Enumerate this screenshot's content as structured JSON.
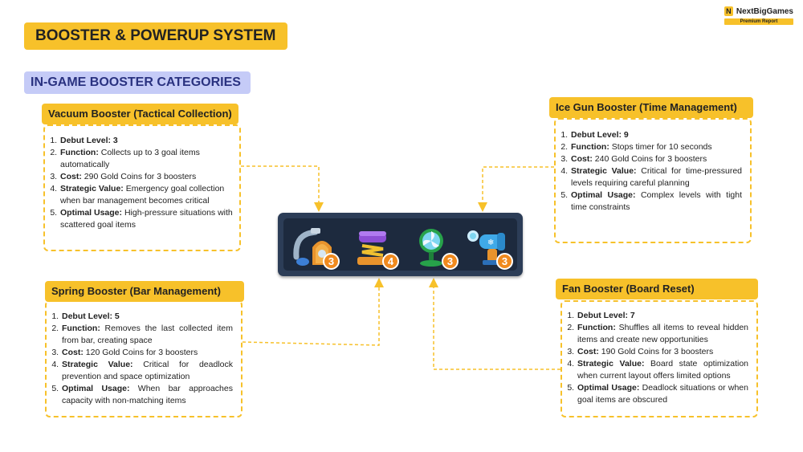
{
  "header": {
    "title": "BOOSTER & POWERUP SYSTEM",
    "subtitle": "IN-GAME BOOSTER CATEGORIES"
  },
  "logo": {
    "brand": "NextBigGames",
    "tag": "Premium Report",
    "mark": "N"
  },
  "colors": {
    "accent": "#F7C12A",
    "subtitle_bg": "#C5CBF7",
    "tray": "#2C3D57",
    "badge": "#F08A1E"
  },
  "boosters": [
    {
      "title": "Vacuum Booster (Tactical Collection)",
      "icon": "vacuum-icon",
      "count": "3",
      "items": [
        {
          "label": "Debut Level: 3",
          "text": ""
        },
        {
          "label": "Function:",
          "text": " Collects up to 3 goal items automatically"
        },
        {
          "label": "Cost:",
          "text": " 290 Gold Coins for 3 boosters"
        },
        {
          "label": "Strategic Value:",
          "text": " Emergency goal collection when bar management becomes critical"
        },
        {
          "label": "Optimal Usage:",
          "text": " High-pressure situations with scattered goal items"
        }
      ]
    },
    {
      "title": "Spring Booster (Bar Management)",
      "icon": "spring-icon",
      "count": "4",
      "items": [
        {
          "label": "Debut Level: 5",
          "text": ""
        },
        {
          "label": "Function:",
          "text": " Removes the last collected item from bar, creating space"
        },
        {
          "label": "Cost:",
          "text": " 120 Gold Coins for 3 boosters"
        },
        {
          "label": "Strategic Value:",
          "text": " Critical for deadlock prevention and space optimization"
        },
        {
          "label": "Optimal Usage:",
          "text": " When bar approaches capacity with non-matching items"
        }
      ]
    },
    {
      "title": "Fan Booster (Board Reset)",
      "icon": "fan-icon",
      "count": "3",
      "items": [
        {
          "label": "Debut Level: 7",
          "text": ""
        },
        {
          "label": "Function:",
          "text": " Shuffles all items to reveal hidden items and create new opportunities"
        },
        {
          "label": "Cost:",
          "text": " 190 Gold Coins for 3 boosters"
        },
        {
          "label": "Strategic Value:",
          "text": " Board state optimization when current layout offers limited options"
        },
        {
          "label": "Optimal Usage:",
          "text": " Deadlock situations or when goal items are obscured"
        }
      ]
    },
    {
      "title": "Ice Gun Booster (Time Management)",
      "icon": "ice-gun-icon",
      "count": "3",
      "items": [
        {
          "label": "Debut Level: 9",
          "text": ""
        },
        {
          "label": "Function:",
          "text": " Stops timer for 10 seconds"
        },
        {
          "label": "Cost:",
          "text": " 240 Gold Coins for 3 boosters"
        },
        {
          "label": "Strategic Value:",
          "text": " Critical for time-pressured levels requiring careful planning"
        },
        {
          "label": "Optimal Usage:",
          "text": " Complex levels with tight time constraints"
        }
      ]
    }
  ]
}
